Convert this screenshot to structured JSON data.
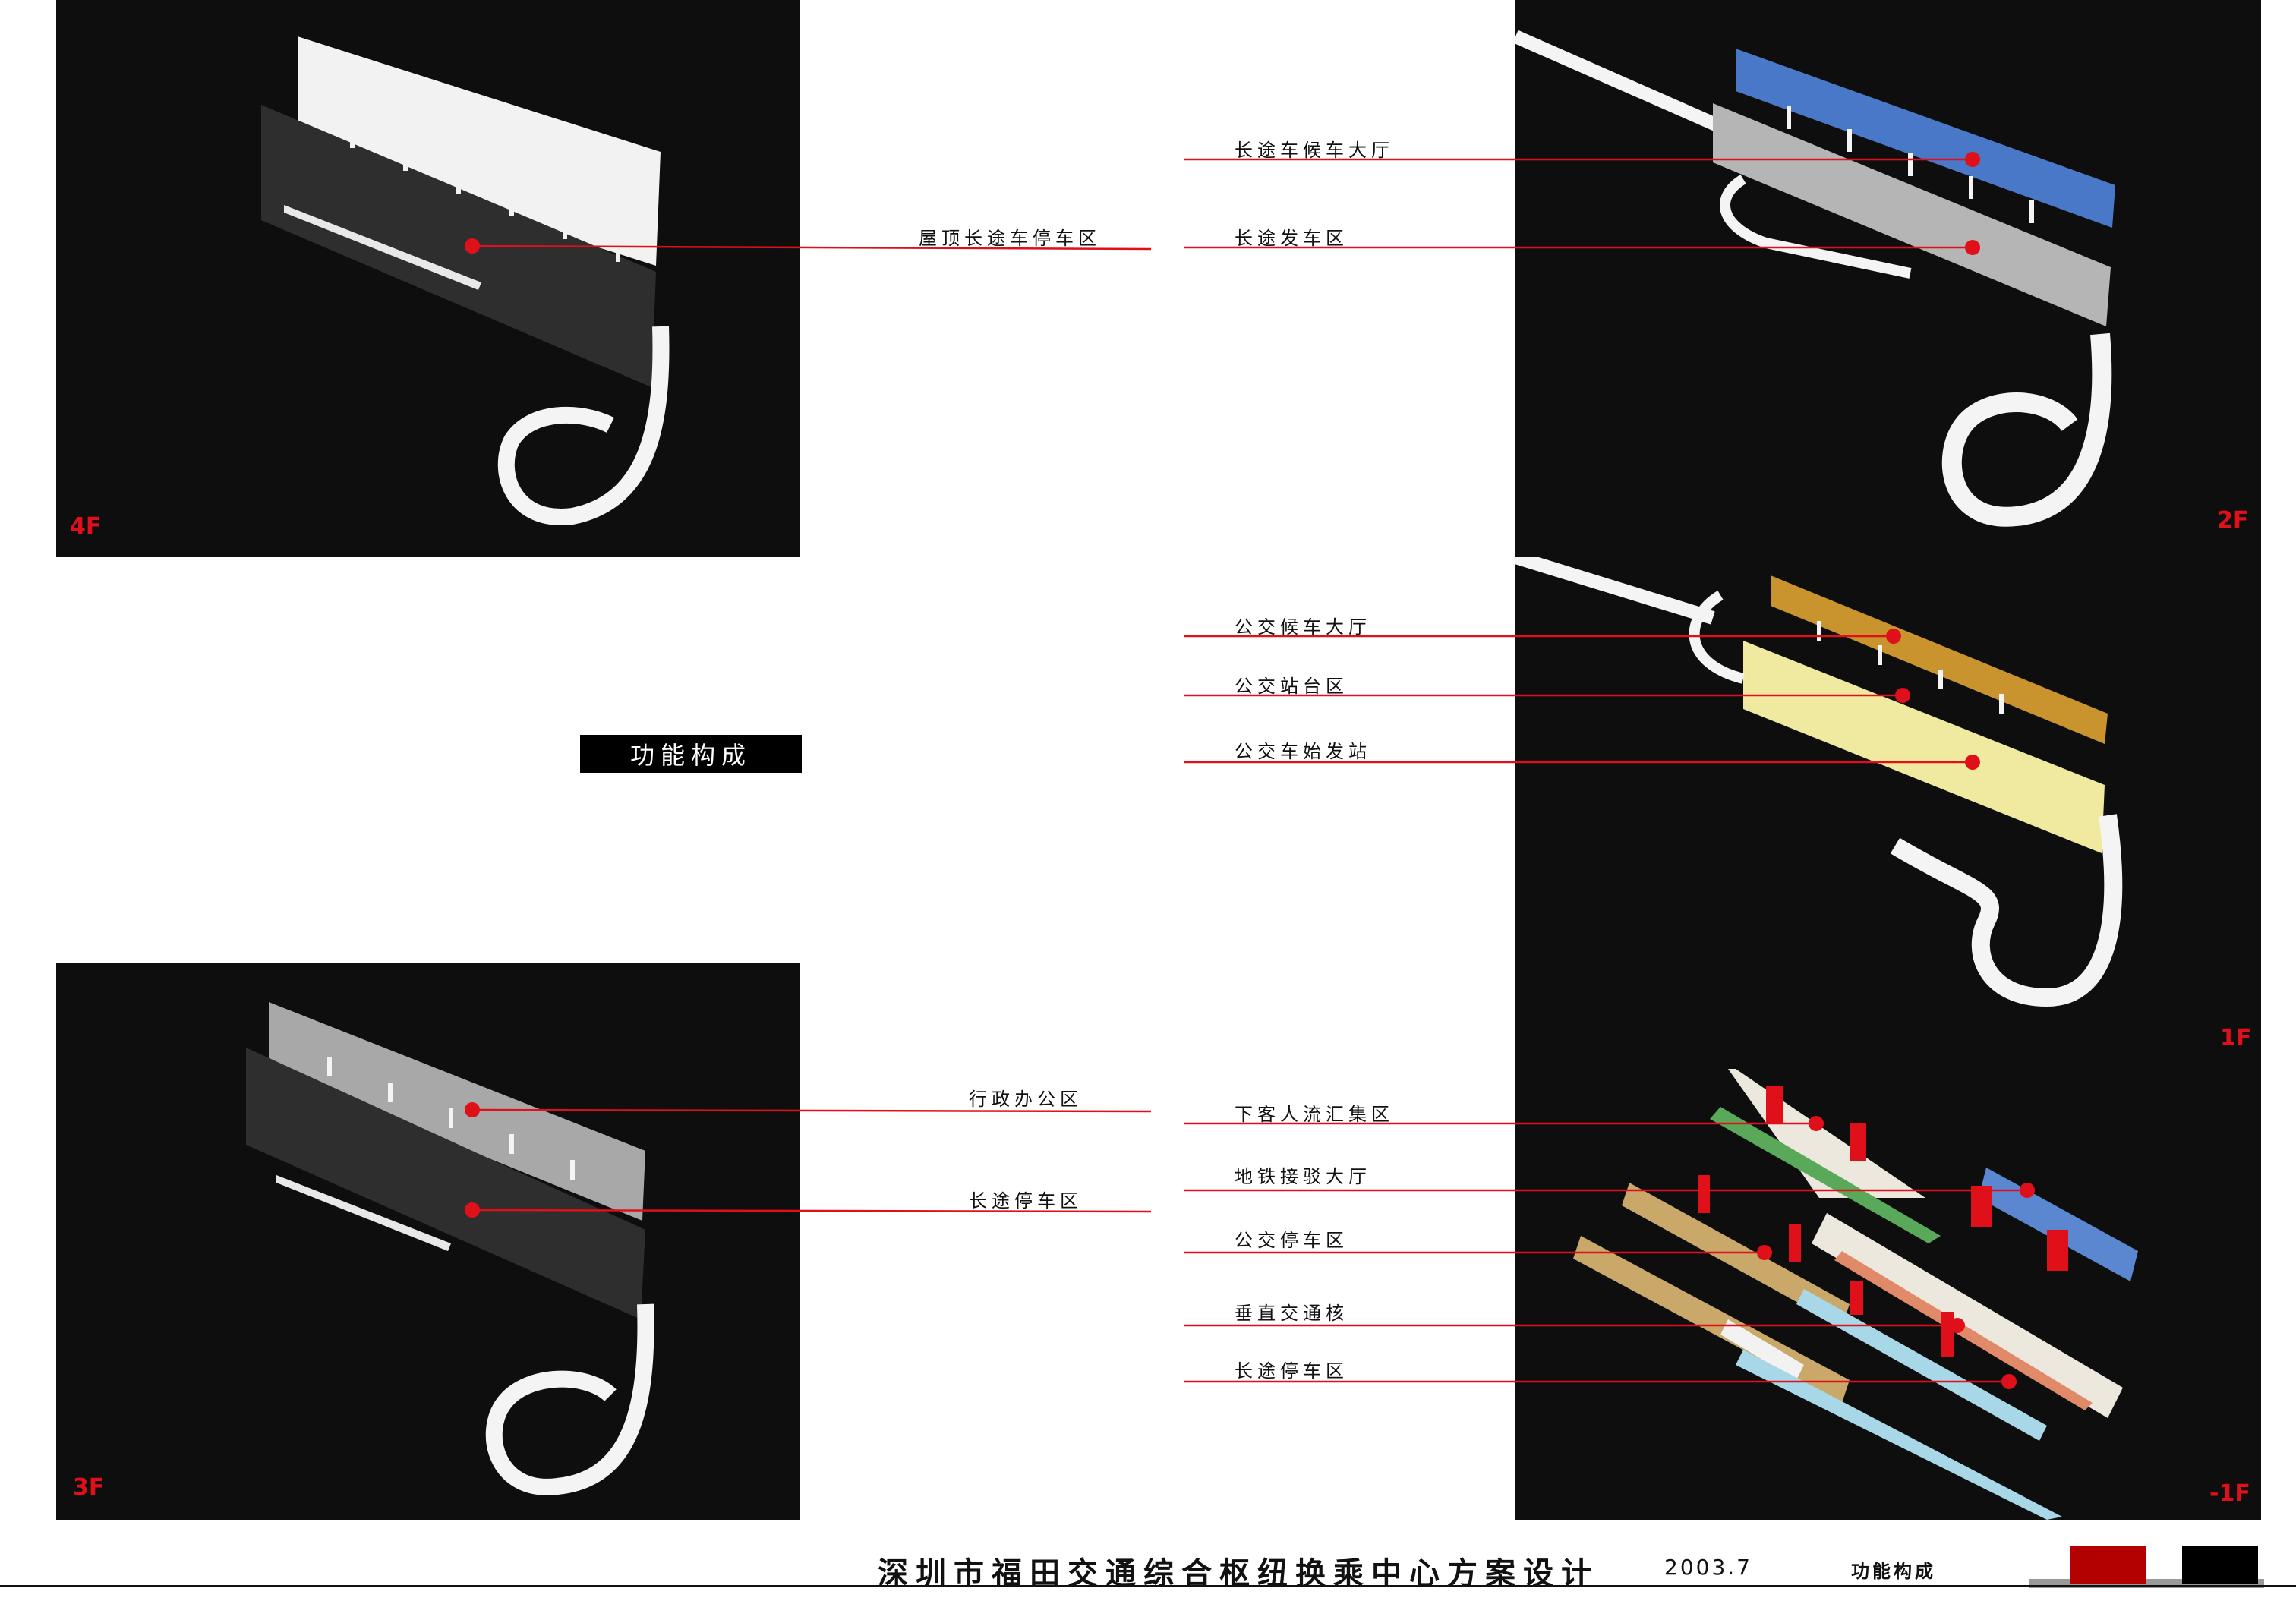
{
  "panels": {
    "p4f": {
      "floor": "4F"
    },
    "p2f": {
      "floor": "2F"
    },
    "p1f": {
      "floor": "1F"
    },
    "p3f": {
      "floor": "3F"
    },
    "pb1f": {
      "floor": "-1F"
    }
  },
  "labels": {
    "roof_long_parking": "屋顶长途车停车区",
    "long_waiting_hall": "长途车候车大厅",
    "long_departure": "长途发车区",
    "bus_waiting_hall": "公交候车大厅",
    "bus_platform": "公交站台区",
    "bus_terminal": "公交车始发站",
    "admin_office": "行政办公区",
    "long_parking_3f": "长途停车区",
    "dropoff_gathering": "下客人流汇集区",
    "metro_hall": "地铁接驳大厅",
    "bus_parking": "公交停车区",
    "vertical_core": "垂直交通核",
    "long_parking_b1": "长途停车区"
  },
  "center_title": "功能构成",
  "footer": {
    "project_title": "深圳市福田交通综合枢纽换乘中心方案设计",
    "date": "2003.7",
    "section": "功能构成"
  },
  "colors": {
    "leader_line": "#e0101a",
    "swatch_red": "#b30000",
    "swatch_black": "#000000"
  }
}
